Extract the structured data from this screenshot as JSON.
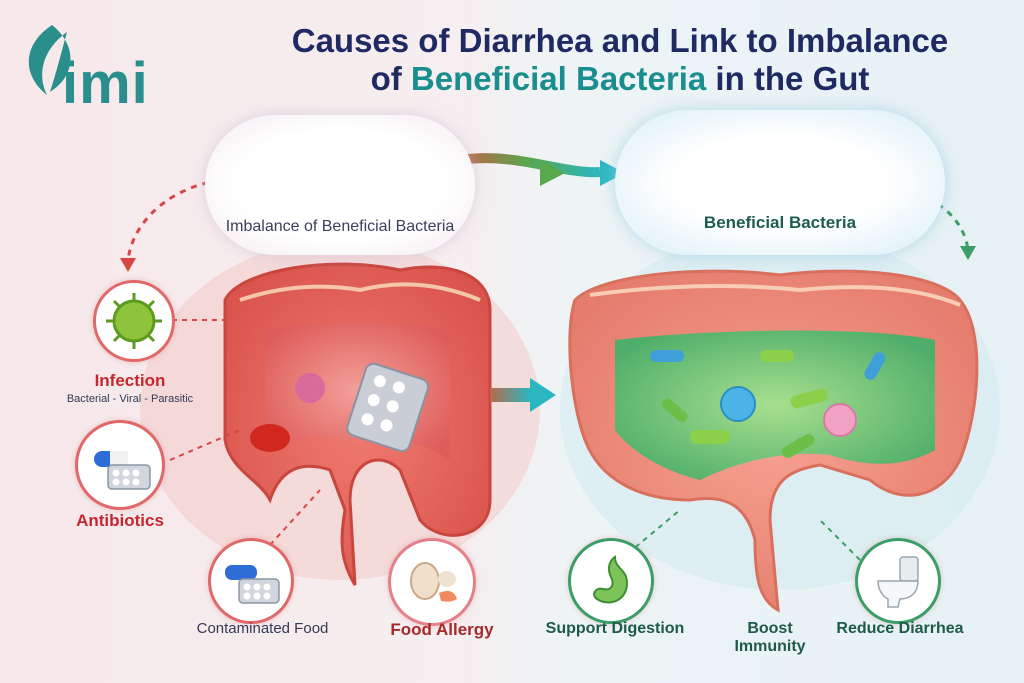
{
  "logo": {
    "text": "imi",
    "icon": "leaf-icon",
    "color": "#2a8f8c"
  },
  "title": {
    "line1": "Causes of Diarrhea and Link to Imbalance",
    "line2_prefix": "of ",
    "line2_highlight": "Beneficial Bacteria",
    "line2_suffix": " in the Gut"
  },
  "left_cloud": {
    "label": "Imbalance of Beneficial Bacteria"
  },
  "right_cloud": {
    "label": "Beneficial Bacteria"
  },
  "causes": [
    {
      "label": "Infection",
      "sublabel": "Bacterial - Viral - Parasitic",
      "icon": "virus-icon"
    },
    {
      "label": "Antibiotics",
      "icon": "pills-icon"
    },
    {
      "label": "Contaminated Food",
      "icon": "food-pills-icon"
    },
    {
      "label": "Food Allergy",
      "icon": "egg-shrimp-icon"
    }
  ],
  "benefits": [
    {
      "label": "Support Digestion",
      "icon": "stomach-icon"
    },
    {
      "label_line1": "Boost",
      "label_line2": "Immunity"
    },
    {
      "label": "Reduce Diarrhea",
      "icon": "toilet-icon"
    }
  ],
  "colors": {
    "title": "#1f2a63",
    "accent": "#1a8e8f",
    "cause": "#c7262f",
    "benefit": "#1d5b46"
  }
}
